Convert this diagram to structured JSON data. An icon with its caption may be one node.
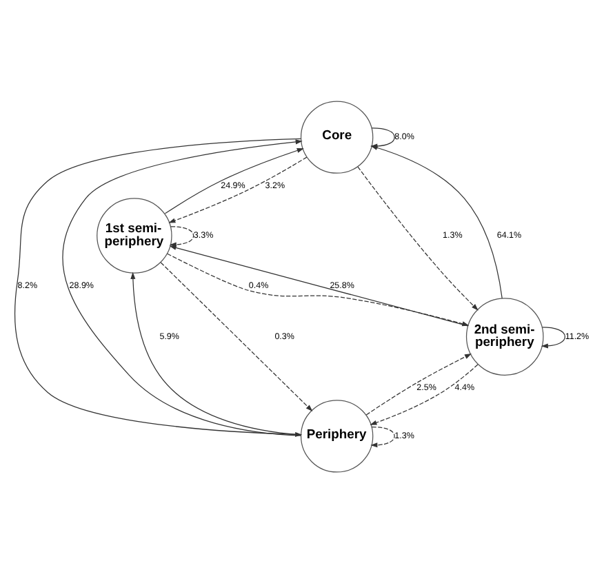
{
  "diagram": {
    "nodes": [
      {
        "text": [
          "Core"
        ]
      },
      {
        "text": [
          "1st semi-periphery"
        ]
      },
      {
        "text": [
          "2nd semi-periphery"
        ]
      },
      {
        "text": [
          "Periphery"
        ]
      }
    ],
    "edges": [
      {
        "from": 0,
        "to": 0,
        "arrow": "to",
        "label": "8.0%"
      },
      {
        "from": 1,
        "to": 0,
        "arrow": "to",
        "label": "24.9%"
      },
      {
        "from": 0,
        "to": 1,
        "arrow": "to",
        "label": "3.2%",
        "style": "dashed"
      },
      {
        "from": 1,
        "to": 1,
        "arrow": "to",
        "label": "3.3%",
        "style": "dashed"
      },
      {
        "from": 0,
        "to": 2,
        "arrow": "to",
        "label": "1.3%",
        "style": "dashed"
      },
      {
        "from": 2,
        "to": 0,
        "arrow": "to",
        "label": "64.1%"
      },
      {
        "from": 0,
        "to": 3,
        "arrow": "to",
        "label": "8.2%"
      },
      {
        "from": 1,
        "to": 2,
        "arrow": "to",
        "label": "0.4%",
        "style": "dashed"
      },
      {
        "from": 2,
        "to": 1,
        "arrow": "to",
        "label": "25.8%"
      },
      {
        "from": 3,
        "to": 1,
        "arrow": "to",
        "label": "5.9%"
      },
      {
        "from": 3,
        "to": 0,
        "arrow": "to",
        "label": "28.9%"
      },
      {
        "from": 1,
        "to": 3,
        "arrow": "to",
        "label": "0.3%",
        "style": "dashed"
      },
      {
        "from": 2,
        "to": 3,
        "arrow": "to",
        "label": "4.4%",
        "style": "dashed"
      },
      {
        "from": 3,
        "to": 2,
        "arrow": "to",
        "label": "2.5%",
        "style": "dashed"
      },
      {
        "from": 2,
        "to": 2,
        "arrow": "to",
        "label": "11.2%"
      },
      {
        "from": 3,
        "to": 3,
        "arrow": "to",
        "label": "1.3%",
        "style": "dashed"
      }
    ]
  }
}
